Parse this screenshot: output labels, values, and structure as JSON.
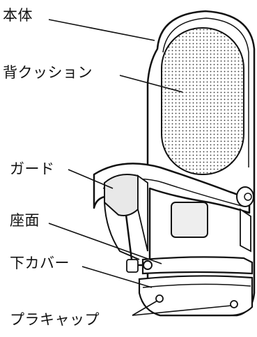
{
  "labels": {
    "body": "本体",
    "back_cushion": "背クッション",
    "guard": "ガード",
    "seat": "座面",
    "lower_cover": "下カバー",
    "plastic_cap": "プラキャップ"
  }
}
